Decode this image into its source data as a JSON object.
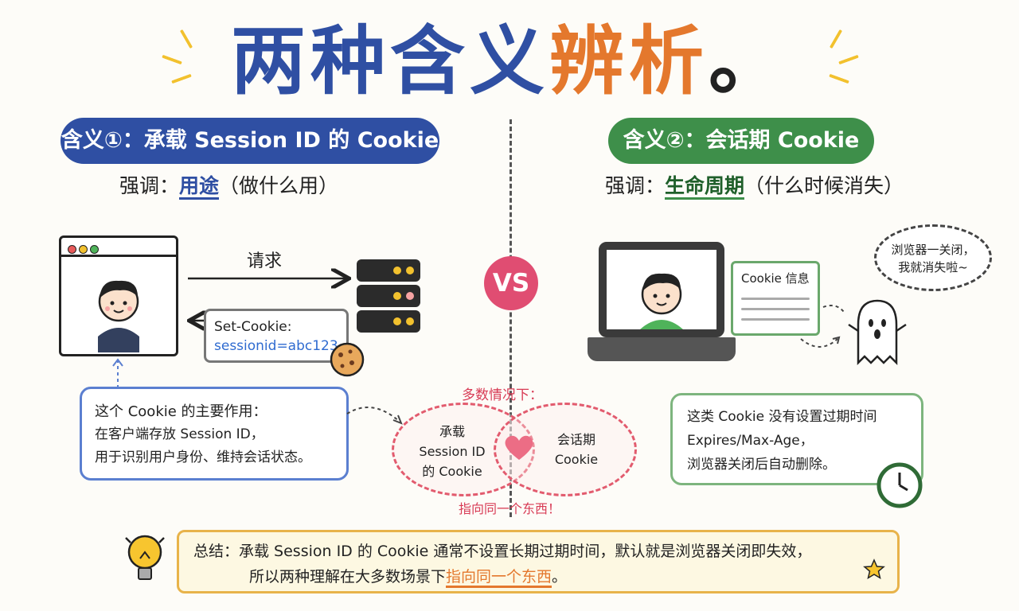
{
  "title": {
    "part1": "两种含义",
    "part2": "辨析",
    "end": "。"
  },
  "left": {
    "pill": "含义①：承载 Session ID 的 Cookie",
    "emphasis_prefix": "强调：",
    "emphasis_key": "用途",
    "emphasis_suffix": "（做什么用）",
    "request_label": "请求",
    "set_cookie_line1": "Set-Cookie:",
    "set_cookie_line2": "sessionid=abc123",
    "info_title": "这个 Cookie 的主要作用：",
    "info_line1": "在客户端存放 Session ID，",
    "info_line2": "用于识别用户身份、维持会话状态。"
  },
  "right": {
    "pill": "含义②：会话期 Cookie",
    "emphasis_prefix": "强调：",
    "emphasis_key": "生命周期",
    "emphasis_suffix": "（什么时候消失）",
    "cookie_info_label": "Cookie 信息",
    "bubble_line1": "浏览器一关闭，",
    "bubble_line2": "我就消失啦~",
    "info_line1": "这类 Cookie 没有设置过期时间",
    "info_line2": "Expires/Max-Age，",
    "info_line3": "浏览器关闭后自动删除。"
  },
  "center": {
    "vs": "VS",
    "mostly": "多数情况下：",
    "venn_left_1": "承载",
    "venn_left_2": "Session ID",
    "venn_left_3": "的 Cookie",
    "venn_right_1": "会话期",
    "venn_right_2": "Cookie",
    "same": "指向同一个东西！"
  },
  "summary": {
    "line1": "总结：承载 Session ID 的 Cookie 通常不设置长期过期时间，默认就是浏览器关闭即失效，",
    "line2_prefix": "所以两种理解在大多数场景下",
    "line2_highlight": "指向同一个东西",
    "line2_suffix": "。"
  },
  "colors": {
    "blue": "#2f4fa3",
    "orange": "#e4782d",
    "green": "#3e8f4a",
    "pink": "#e04d72"
  }
}
